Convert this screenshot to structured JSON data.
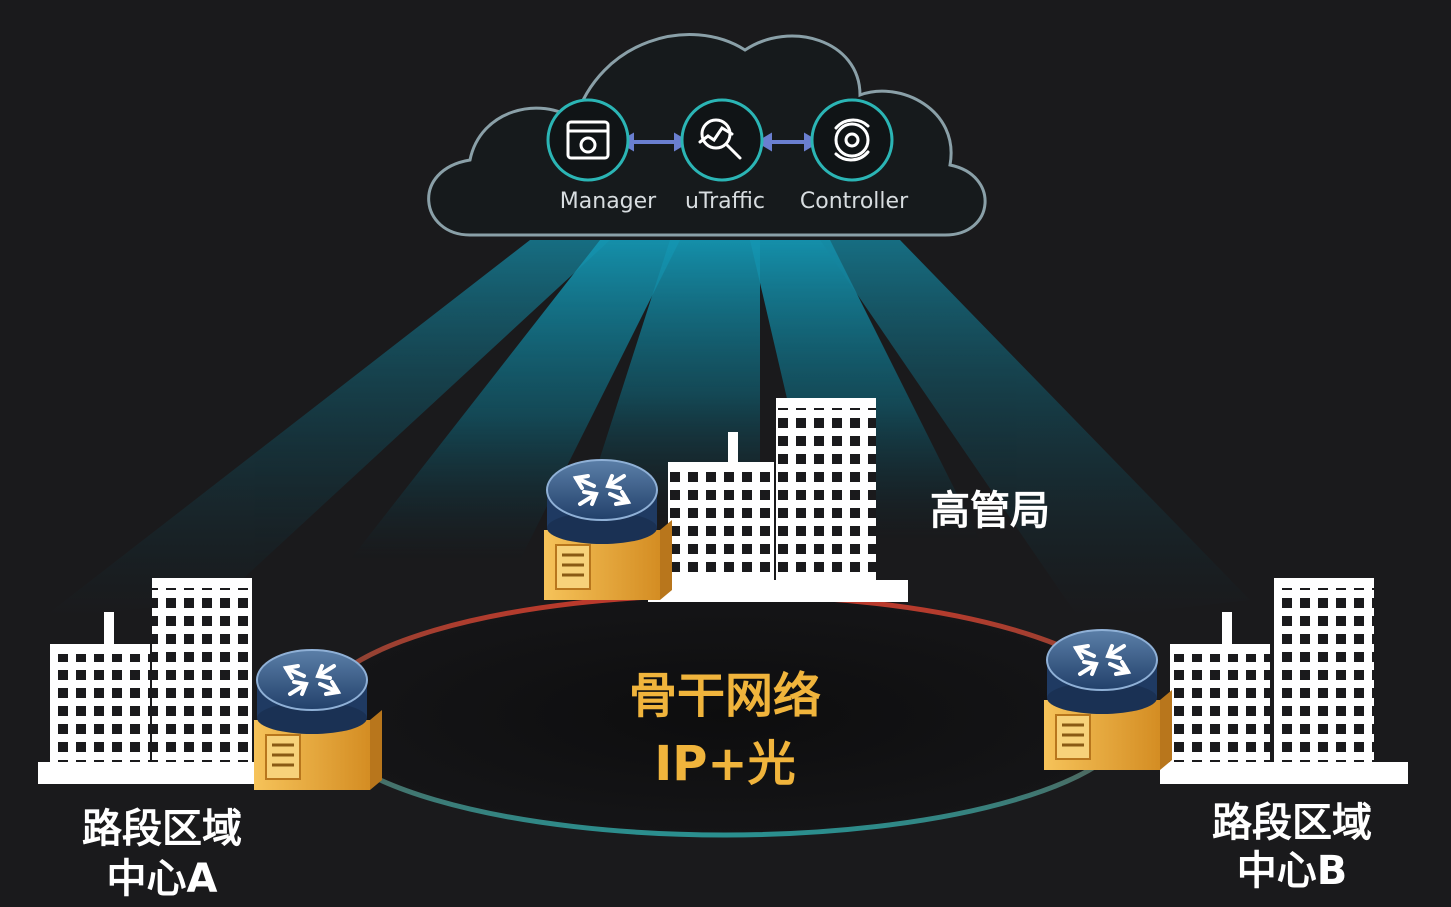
{
  "cloud": {
    "services": [
      {
        "label": "Manager",
        "icon": "manager-window-gear-icon"
      },
      {
        "label": "uTraffic",
        "icon": "traffic-analysis-magnifier-icon"
      },
      {
        "label": "Controller",
        "icon": "controller-gear-cycle-icon"
      }
    ]
  },
  "network": {
    "title": "骨干网络",
    "subtitle": "IP+光"
  },
  "sites": {
    "hq": {
      "label": "高管局"
    },
    "center_a": {
      "line1": "路段区域",
      "line2": "中心A"
    },
    "center_b": {
      "line1": "路段区域",
      "line2": "中心B"
    }
  },
  "colors": {
    "background": "#1a1a1c",
    "beam": "#14a3c2",
    "cloud_stroke": "#8aa0a8",
    "icon_ring": "#2bb5b5",
    "ring_red": "#c0392b",
    "ring_teal": "#2a8f8f",
    "router_top": "#2e4f7a",
    "router_body": "#e8a93a",
    "accent_text": "#f0b43c",
    "building": "#ffffff"
  }
}
